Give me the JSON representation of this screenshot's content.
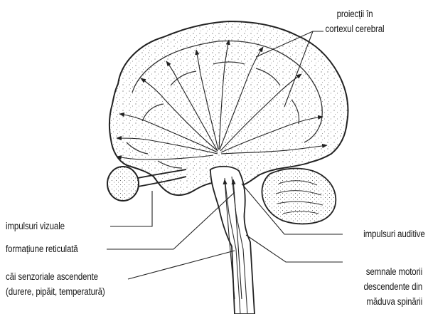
{
  "diagram": {
    "labels": {
      "cortical_projections": [
        "proiecții în",
        "cortexul cerebral"
      ],
      "visual_impulses": "impulsuri vizuale",
      "reticular_formation": "formațiune reticulată",
      "sensory_paths": [
        "căi senzoriale ascendente",
        "(durere, pipăit, temperatură)"
      ],
      "auditory_impulses": "impulsuri auditive",
      "motor_signals": [
        "semnale motorii",
        "descendente din",
        "măduva spinării"
      ]
    }
  }
}
